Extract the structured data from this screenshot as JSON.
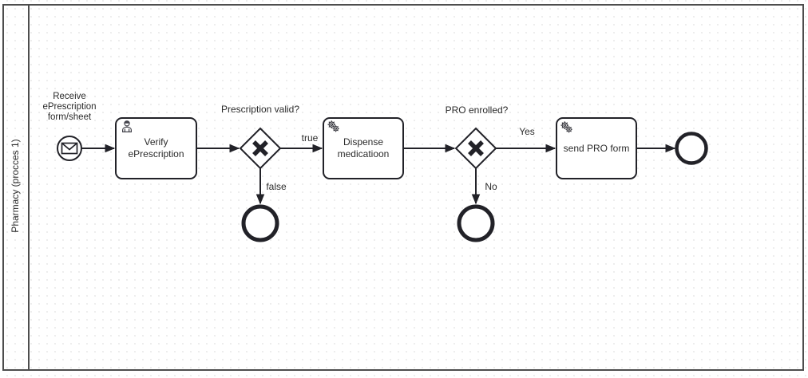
{
  "pool": {
    "lane_label": "Pharmacy (procces 1)"
  },
  "nodes": {
    "start_event": {
      "type": "message-start-event",
      "label": "Receive\nePrescription\nform/sheet",
      "icon": "envelope-icon"
    },
    "task_verify": {
      "type": "user-task",
      "label": "Verify\nePrescription",
      "icon": "user-icon"
    },
    "gateway_prescription_valid": {
      "type": "exclusive-gateway",
      "label": "Prescription valid?",
      "icon": "x-gateway-marker"
    },
    "task_dispense": {
      "type": "service-task",
      "label": "Dispense\nmedicatioon",
      "icon": "gears-icon"
    },
    "gateway_pro_enrolled": {
      "type": "exclusive-gateway",
      "label": "PRO enrolled?",
      "icon": "x-gateway-marker"
    },
    "task_send_pro": {
      "type": "service-task",
      "label": "send PRO form",
      "icon": "gears-icon"
    },
    "end_event_invalid": {
      "type": "end-event",
      "label": ""
    },
    "end_event_not_enrolled": {
      "type": "end-event",
      "label": ""
    },
    "end_event_done": {
      "type": "end-event",
      "label": ""
    }
  },
  "flows": {
    "true_label": "true",
    "false_label": "false",
    "yes_label": "Yes",
    "no_label": "No"
  },
  "colors": {
    "shape_stroke": "#222228",
    "pool_stroke": "#4d4d4d",
    "fill": "#ffffff",
    "grid_dot": "#ececec",
    "text": "#2b2b2b"
  }
}
